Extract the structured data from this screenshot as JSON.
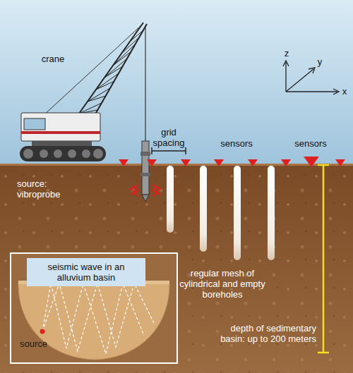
{
  "diagram": {
    "nodes": [
      {
        "text": [
          "seismic wave in an alluvium basin",
          "source"
        ]
      }
    ],
    "labels": [
      "crane",
      "grid spacing",
      "sensors",
      "sensors",
      "z",
      "y",
      "x",
      "source: vibroprobe",
      "regular mesh of cylindrical and empty boreholes",
      "depth of sedimentary basin: up to 200 meters"
    ]
  }
}
